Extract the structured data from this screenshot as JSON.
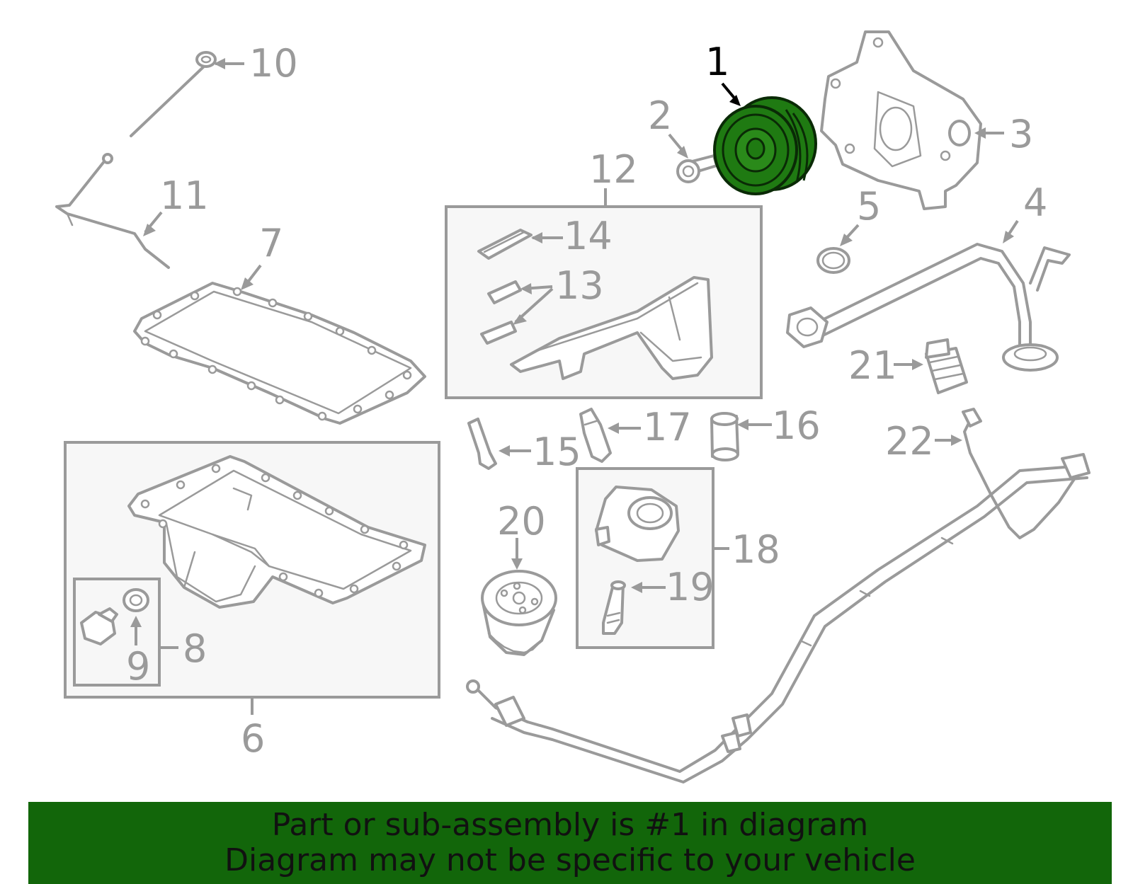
{
  "colors": {
    "line": "#9a9a9a",
    "selected_fill": "#1f7a12",
    "selected_stroke": "#0a2a06",
    "banner_bg": "#12660a",
    "box_fill": "#f7f7f7"
  },
  "callouts": {
    "c1": "1",
    "c2": "2",
    "c3": "3",
    "c4": "4",
    "c5": "5",
    "c6": "6",
    "c7": "7",
    "c8": "8",
    "c9": "9",
    "c10": "10",
    "c11": "11",
    "c12": "12",
    "c13": "13",
    "c14": "14",
    "c15": "15",
    "c16": "16",
    "c17": "17",
    "c18": "18",
    "c19": "19",
    "c20": "20",
    "c21": "21",
    "c22": "22"
  },
  "selected_part": "1",
  "banner": {
    "line1": "Part or sub-assembly is #1 in diagram",
    "line2": "Diagram may not be specific to your vehicle"
  }
}
